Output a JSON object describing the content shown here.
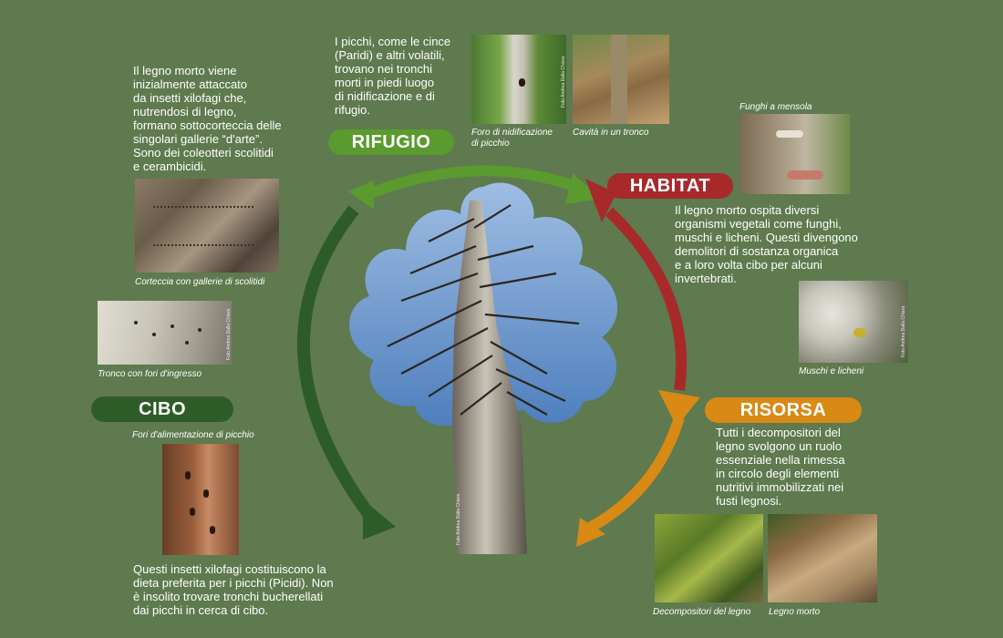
{
  "labels": {
    "rifugio": "RIFUGIO",
    "habitat": "HABITAT",
    "risorsa": "RISORSA",
    "cibo": "CIBO"
  },
  "texts": {
    "legno_morto": "Il legno morto viene\ninizialmente attaccato\nda insetti xilofagi che,\nnutrendosi di legno,\nformano sottocorteccia delle\nsingolari gallerie “d'arte”.\nSono dei coleotteri scolitidi\ne cerambicidi.",
    "picchi": "I picchi, come le cince\n(Paridi) e altri volatili,\ntrovano nei tronchi\nmorti in piedi luogo\ndi nidificazione e di\nrifugio.",
    "habitat": "Il legno morto ospita diversi\norganismi vegetali come funghi,\nmuschi e licheni. Questi divengono\ndemolitori di sostanza organica\ne a loro volta cibo per alcuni\ninvertebrati.",
    "risorsa": "Tutti i decompositori del\nlegno svolgono un ruolo\nessenziale nella rimessa\nin circolo degli elementi\nnutritivi immobilizzati nei\nfusti legnosi.",
    "cibo": "Questi insetti xilofagi costituiscono la\ndieta preferita per i picchi (Picidi). Non\nè insolito trovare tronchi bucherellati\ndai picchi in cerca di cibo."
  },
  "captions": {
    "corteccia": "Corteccia con gallerie di scolitidi",
    "tronco_fori": "Tronco con fori d'ingresso",
    "fori_alimentazione": "Fori d'alimentazione di picchio",
    "foro_nidificazione": "Foro di nidificazione\ndi picchio",
    "cavita": "Cavità in un tronco",
    "funghi": "Funghi a mensola",
    "muschi": "Muschi e licheni",
    "decompositori": "Decompositori del legno",
    "legno_morto": "Legno morto"
  },
  "credits": {
    "andrea": "Foto Andrea Dalla Chiara",
    "tree": "Foto Andrea Dalla Chiara"
  },
  "colors": {
    "background": "#5e7a4e",
    "rifugio": "#5a9a2e",
    "habitat": "#a8292a",
    "risorsa": "#d88a15",
    "cibo": "#2e5c28",
    "sky": "#6f97c9"
  }
}
